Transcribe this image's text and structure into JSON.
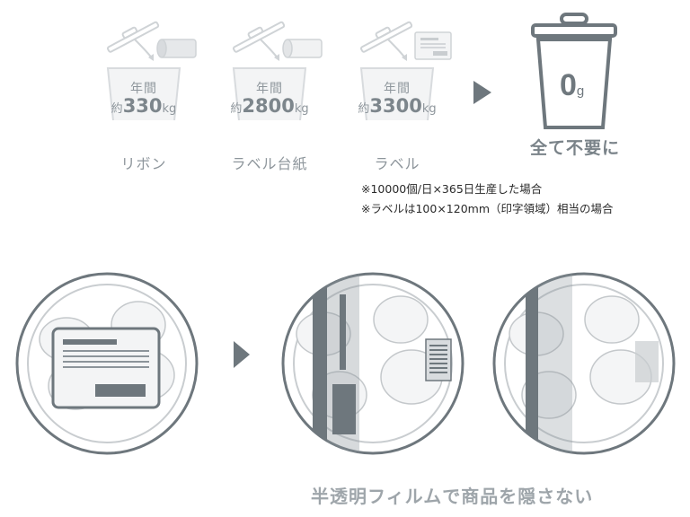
{
  "items": [
    {
      "nenkan": "年間",
      "yaku": "約",
      "amount": "330",
      "unit": "kg",
      "label": "リボン"
    },
    {
      "nenkan": "年間",
      "yaku": "約",
      "amount": "2800",
      "unit": "kg",
      "label": "ラベル台紙"
    },
    {
      "nenkan": "年間",
      "yaku": "約",
      "amount": "3300",
      "unit": "kg",
      "label": "ラベル"
    }
  ],
  "result": {
    "amount": "0",
    "unit": "g",
    "label": "全て不要に"
  },
  "notes": [
    "※10000個/日×365日生産した場合",
    "※ラベルは100×120mm（印字領域）相当の場合"
  ],
  "caption": "半透明フィルムで商品を隠さない",
  "colors": {
    "light": "#dcdfe1",
    "mid": "#9aa1a7",
    "dark": "#6e777d",
    "text": "#2a2a2a"
  }
}
